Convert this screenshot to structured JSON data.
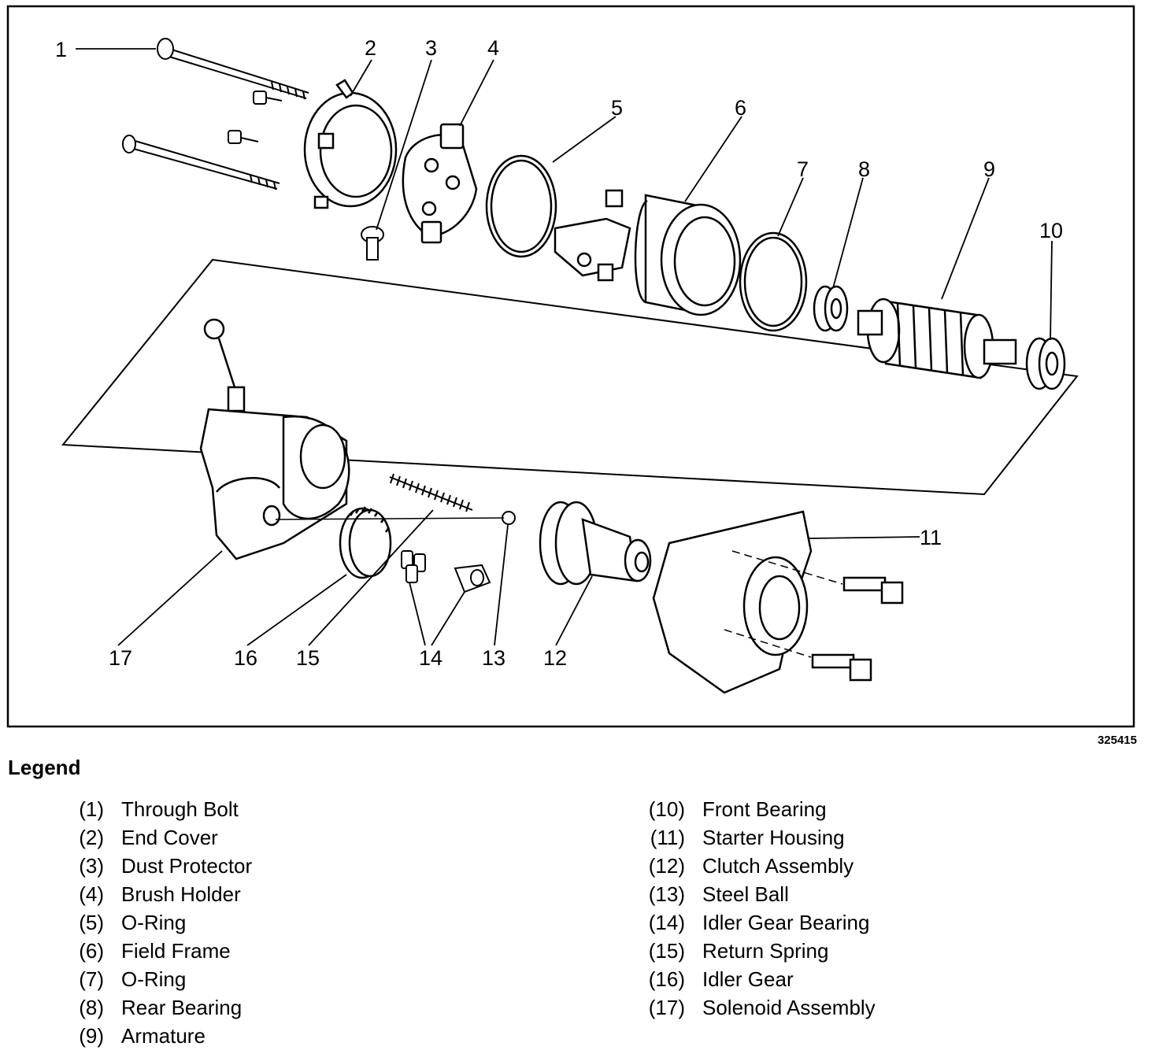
{
  "figure_id": "325415",
  "legend": {
    "title": "Legend",
    "items": [
      {
        "num": "(1)",
        "label": "Through Bolt"
      },
      {
        "num": "(2)",
        "label": "End Cover"
      },
      {
        "num": "(3)",
        "label": "Dust Protector"
      },
      {
        "num": "(4)",
        "label": "Brush Holder"
      },
      {
        "num": "(5)",
        "label": "O-Ring"
      },
      {
        "num": "(6)",
        "label": "Field Frame"
      },
      {
        "num": "(7)",
        "label": "O-Ring"
      },
      {
        "num": "(8)",
        "label": "Rear Bearing"
      },
      {
        "num": "(9)",
        "label": "Armature"
      },
      {
        "num": "(10)",
        "label": "Front Bearing"
      },
      {
        "num": "(11)",
        "label": "Starter Housing"
      },
      {
        "num": "(12)",
        "label": "Clutch Assembly"
      },
      {
        "num": "(13)",
        "label": "Steel Ball"
      },
      {
        "num": "(14)",
        "label": "Idler Gear Bearing"
      },
      {
        "num": "(15)",
        "label": "Return Spring"
      },
      {
        "num": "(16)",
        "label": "Idler Gear"
      },
      {
        "num": "(17)",
        "label": "Solenoid Assembly"
      }
    ]
  },
  "callouts": [
    "1",
    "2",
    "3",
    "4",
    "5",
    "6",
    "7",
    "8",
    "9",
    "10",
    "11",
    "12",
    "13",
    "14",
    "15",
    "16",
    "17"
  ]
}
